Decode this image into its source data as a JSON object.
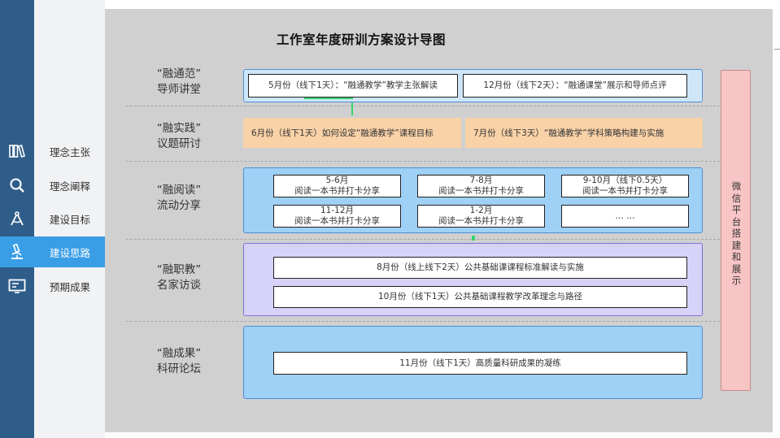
{
  "nav": {
    "items": [
      {
        "label": "理念主张",
        "icon": "books-icon"
      },
      {
        "label": "理念阐释",
        "icon": "magnifier-icon"
      },
      {
        "label": "建设目标",
        "icon": "compass-icon"
      },
      {
        "label": "建设思路",
        "icon": "microscope-icon",
        "active": true
      },
      {
        "label": "预期成果",
        "icon": "presentation-icon"
      }
    ],
    "active_color": "#3a9ee6"
  },
  "diagram": {
    "title": "工作室年度研训方案设计导图",
    "rows": [
      {
        "label_line1": "“融通范”",
        "label_line2": "导师讲堂"
      },
      {
        "label_line1": "“融实践”",
        "label_line2": "议题研讨"
      },
      {
        "label_line1": "“融阅读”",
        "label_line2": "流动分享"
      },
      {
        "label_line1": "“融职教”",
        "label_line2": "名家访谈"
      },
      {
        "label_line1": "“融成果”",
        "label_line2": "科研论坛"
      }
    ],
    "row1_boxes": [
      "5月份（线下1天）：“融通教学”教学主张解读",
      "12月份（线下2天）：“融通课堂”展示和导师点评"
    ],
    "row2_boxes": [
      "6月份（线下1天）如何设定“融通教学”课程目标",
      "7月份（线下3天）“融通教学”学科策略构建与实施"
    ],
    "row3_boxes": [
      {
        "line1": "5-6月",
        "line2": "阅读一本书并打卡分享"
      },
      {
        "line1": "7-8月",
        "line2": "阅读一本书并打卡分享"
      },
      {
        "line1": "9-10月（线下0.5天）",
        "line2": "阅读一本书并打卡分享"
      },
      {
        "line1": "11-12月",
        "line2": "阅读一本书并打卡分享"
      },
      {
        "line1": "1-2月",
        "line2": "阅读一本书并打卡分享"
      },
      {
        "line1": "… …",
        "line2": ""
      }
    ],
    "row4_boxes": [
      "8月份（线上线下2天）公共基础课课程标准解读与实施",
      "10月份（线下1天）公共基础课程教学改革理念与路径"
    ],
    "row5_boxes": [
      "11月份（线下1天）高质量科研成果的凝练"
    ],
    "side_label": "微信平台搭建和展示",
    "colors": {
      "panel_blue": "#9fd0f5",
      "panel_purple": "#d6d2f8",
      "orange": "#f9d2a8",
      "side": "#f8c5c5",
      "arrow": "#39d36b"
    }
  }
}
